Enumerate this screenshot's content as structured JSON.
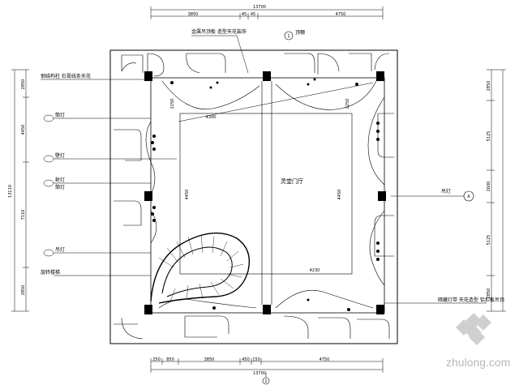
{
  "drawing": {
    "center_label": "灵堂门厅",
    "stair_label": "旋转楼梯",
    "left_callouts": [
      "钢结构柱 石膏线条天花",
      "筒灯",
      "壁灯",
      "射灯",
      "筒灯",
      "吊灯",
      "旋转楼梯"
    ],
    "top_callouts": [
      "金属吊顶板 造型天花装饰",
      "顶棚"
    ],
    "right_callouts": [
      "吊灯",
      "暗藏灯带 天花造型 铝扣板吊顶"
    ],
    "top_dims": [
      "3850",
      "45",
      "45",
      "4750"
    ],
    "top_total": "13700",
    "bottom_dims": [
      "250",
      "850",
      "3850",
      "450",
      "150",
      "4750"
    ],
    "bottom_total": "13700",
    "left_dims": [
      "2850",
      "4450",
      "7110",
      "2850"
    ],
    "left_total": "13110",
    "right_dims": [
      "2850",
      "5125",
      "2600",
      "5125",
      "2850"
    ],
    "inner_dims": [
      "4300",
      "4450",
      "4230",
      "4450",
      "2250",
      "2250"
    ],
    "axis_bottom": "1",
    "axis_top": "1",
    "axis_right": "A"
  },
  "watermark": {
    "text": "zhulong.com"
  },
  "colors": {
    "line": "#000000",
    "wall": "#000000",
    "watermark": "#b8b8b8"
  }
}
